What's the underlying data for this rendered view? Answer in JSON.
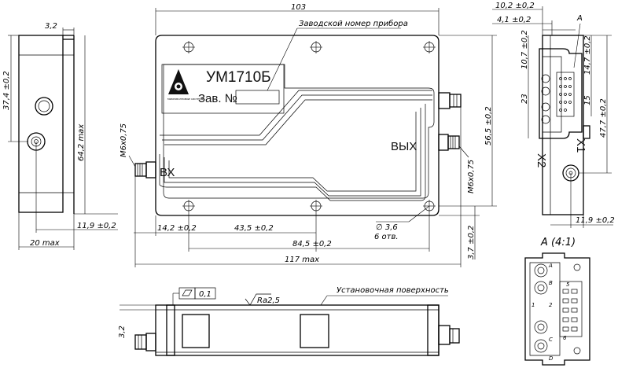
{
  "labels": {
    "title_model": "УМ1710Б",
    "serial_label": "Зав. №",
    "serial_caption": "Заводской номер прибора",
    "input_label": "ВХ",
    "output_label": "ВЫХ",
    "mounting_surface": "Установочная поверхность",
    "roughness": "Ra2,5",
    "flatness_value": "0,1",
    "view_a": "A",
    "view_a_detail": "A (4:1)",
    "x1": "X1",
    "x2": "X2",
    "logo_caption": "МИКРОВОЛНОВЫЕ СИСТЕМЫ"
  },
  "dimensions": {
    "overall_width": "103",
    "side_thickness": "3,2",
    "side_height_top": "37,4 ±0,2",
    "side_height_total": "64,2 max",
    "side_bottom": "11,9 ±0,2",
    "side_width": "20 max",
    "thread_left": "M6x0,75",
    "thread_right": "M6x0,75",
    "hole_x1": "14,2 ±0,2",
    "hole_x2": "43,5 ±0,2",
    "hole_x3": "84,5 ±0,2",
    "total_length": "117 max",
    "hole_dia": "∅ 3,6",
    "hole_count": "6 отв.",
    "right_height": "56,5 ±0,2",
    "right_bottom": "3,7 ±0,2",
    "conn_w1": "10,2 ±0,2",
    "conn_w2": "4,1 ±0,2",
    "conn_h1": "10,7 ±0,2",
    "conn_h2": "14,7 ±0,2",
    "conn_h3": "23",
    "conn_h4": "15",
    "conn_h5": "47,7 ±0,2",
    "conn_bottom": "11,9 ±0,2",
    "bottom_thickness": "3,2"
  },
  "pin_labels": {
    "a": "A",
    "b": "B",
    "c": "C",
    "d": "D",
    "one": "1",
    "two": "2",
    "five": "5",
    "six": "6"
  }
}
